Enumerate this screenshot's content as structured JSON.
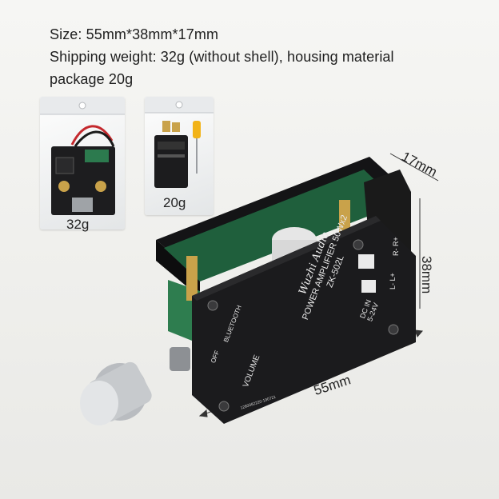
{
  "specs": {
    "size": "Size: 55mm*38mm*17mm",
    "weight_line1": "Shipping weight: 32g (without shell), housing material",
    "weight_line2": "package 20g"
  },
  "packages": {
    "bag1_label": "32g",
    "bag2_label": "20g"
  },
  "dimensions": {
    "height": "17mm",
    "depth": "38mm",
    "width": "55mm"
  },
  "board_text": {
    "brand": "Wuzhi Audio",
    "title": "POWER AMPLIFIER 50Wx2",
    "model": "ZK-502L",
    "bluetooth": "BLUETOOTH",
    "volume": "VOLUME",
    "off": "OFF",
    "dc_in": "DC IN",
    "voltage": "5-24V",
    "serial": "1280082220-190721",
    "r_plus": "R+",
    "r_minus": "R-",
    "l_plus": "L+",
    "l_minus": "L-"
  },
  "colors": {
    "board": "#1b1b1d",
    "pcb_green": "#2e7d4f",
    "brass": "#c9a24a",
    "knob": "#b9bcc0"
  }
}
